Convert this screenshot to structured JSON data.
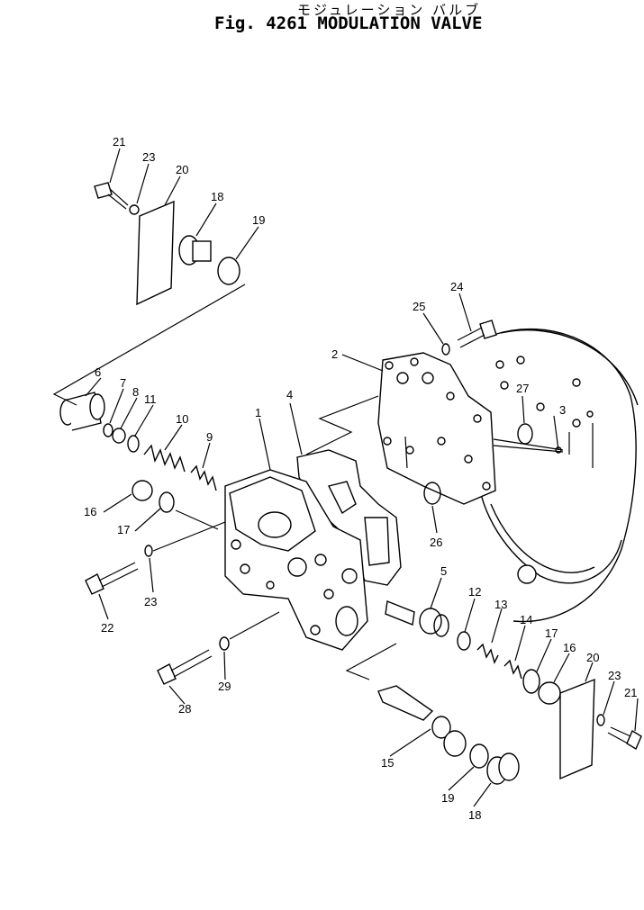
{
  "title_jp": "モジュレーション バルブ",
  "title_en": "Fig. 4261 MODULATION VALVE",
  "labels": {
    "l1": "1",
    "l2": "2",
    "l3": "3",
    "l4": "4",
    "l5": "5",
    "l6": "6",
    "l7": "7",
    "l8": "8",
    "l9": "9",
    "l10": "10",
    "l11": "11",
    "l12": "12",
    "l13": "13",
    "l14": "14",
    "l15": "15",
    "l16a": "16",
    "l16b": "16",
    "l17a": "17",
    "l17b": "17",
    "l18a": "18",
    "l18b": "18",
    "l19a": "19",
    "l19b": "19",
    "l20a": "20",
    "l20b": "20",
    "l21a": "21",
    "l21b": "21",
    "l22": "22",
    "l23a": "23",
    "l23b": "23",
    "l23c": "23",
    "l24": "24",
    "l25": "25",
    "l26": "26",
    "l27": "27",
    "l28": "28",
    "l29": "29"
  }
}
